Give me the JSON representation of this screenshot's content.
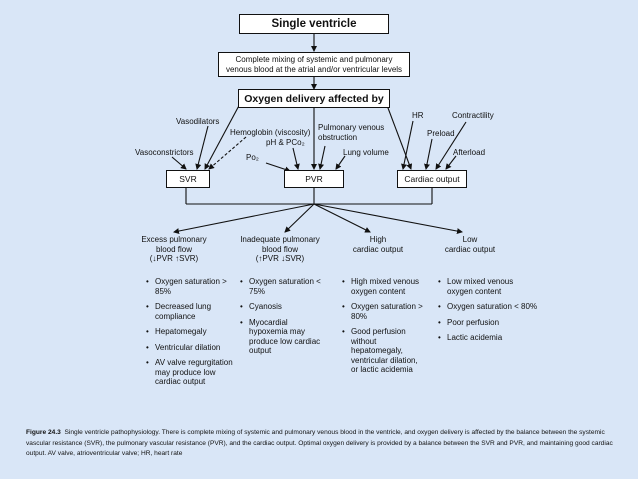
{
  "boxes": {
    "single_ventricle": "Single ventricle",
    "mixing": "Complete mixing of systemic and pulmonary venous blood at the atrial and/or ventricular levels",
    "oxygen_delivery": "Oxygen delivery affected by",
    "svr": "SVR",
    "pvr": "PVR",
    "cardiac_output": "Cardiac output"
  },
  "factors": {
    "vasodilators": "Vasodilators",
    "vasoconstrictors": "Vasoconstrictors",
    "hemoglobin": "Hemoglobin (viscosity)",
    "ph_pco2": "pH & PCo₂",
    "po2": "Po₂",
    "pulmonary_venous_obstruction_1": "Pulmonary venous",
    "pulmonary_venous_obstruction_2": "obstruction",
    "lung_volume": "Lung volume",
    "hr": "HR",
    "contractility": "Contractility",
    "preload": "Preload",
    "afterload": "Afterload"
  },
  "outcomes": [
    {
      "lines": [
        "Excess pulmonary",
        "blood flow",
        "(↓PVR ↑SVR)"
      ],
      "bullets": [
        "Oxygen saturation > 85%",
        "Decreased lung compliance",
        "Hepatomegaly",
        "Ventricular dilation",
        "AV valve regurgitation may produce low cardiac output"
      ]
    },
    {
      "lines": [
        "Inadequate pulmonary",
        "blood flow",
        "(↑PVR ↓SVR)"
      ],
      "bullets": [
        "Oxygen saturation < 75%",
        "Cyanosis",
        "Myocardial hypoxemia may produce low cardiac output"
      ]
    },
    {
      "lines": [
        "High",
        "cardiac output"
      ],
      "bullets": [
        "High mixed venous oxygen content",
        "Oxygen saturation > 80%",
        "Good perfusion without hepatomegaly, ventricular dilation, or lactic acidemia"
      ]
    },
    {
      "lines": [
        "Low",
        "cardiac output"
      ],
      "bullets": [
        "Low mixed venous oxygen content",
        "Oxygen saturation < 80%",
        "Poor perfusion",
        "Lactic acidemia"
      ]
    }
  ],
  "caption": {
    "label": "Figure 24.3",
    "text": "Single ventricle pathophysiology. There is complete mixing of systemic and pulmonary venous blood in the ventricle, and oxygen delivery is affected by the balance between the systemic vascular resistance (SVR), the pulmonary vascular resistance (PVR), and the cardiac output. Optimal oxygen delivery is provided by a balance between the SVR and PVR, and maintaining good cardiac output. AV valve, atrioventricular valve; HR, heart rate"
  }
}
